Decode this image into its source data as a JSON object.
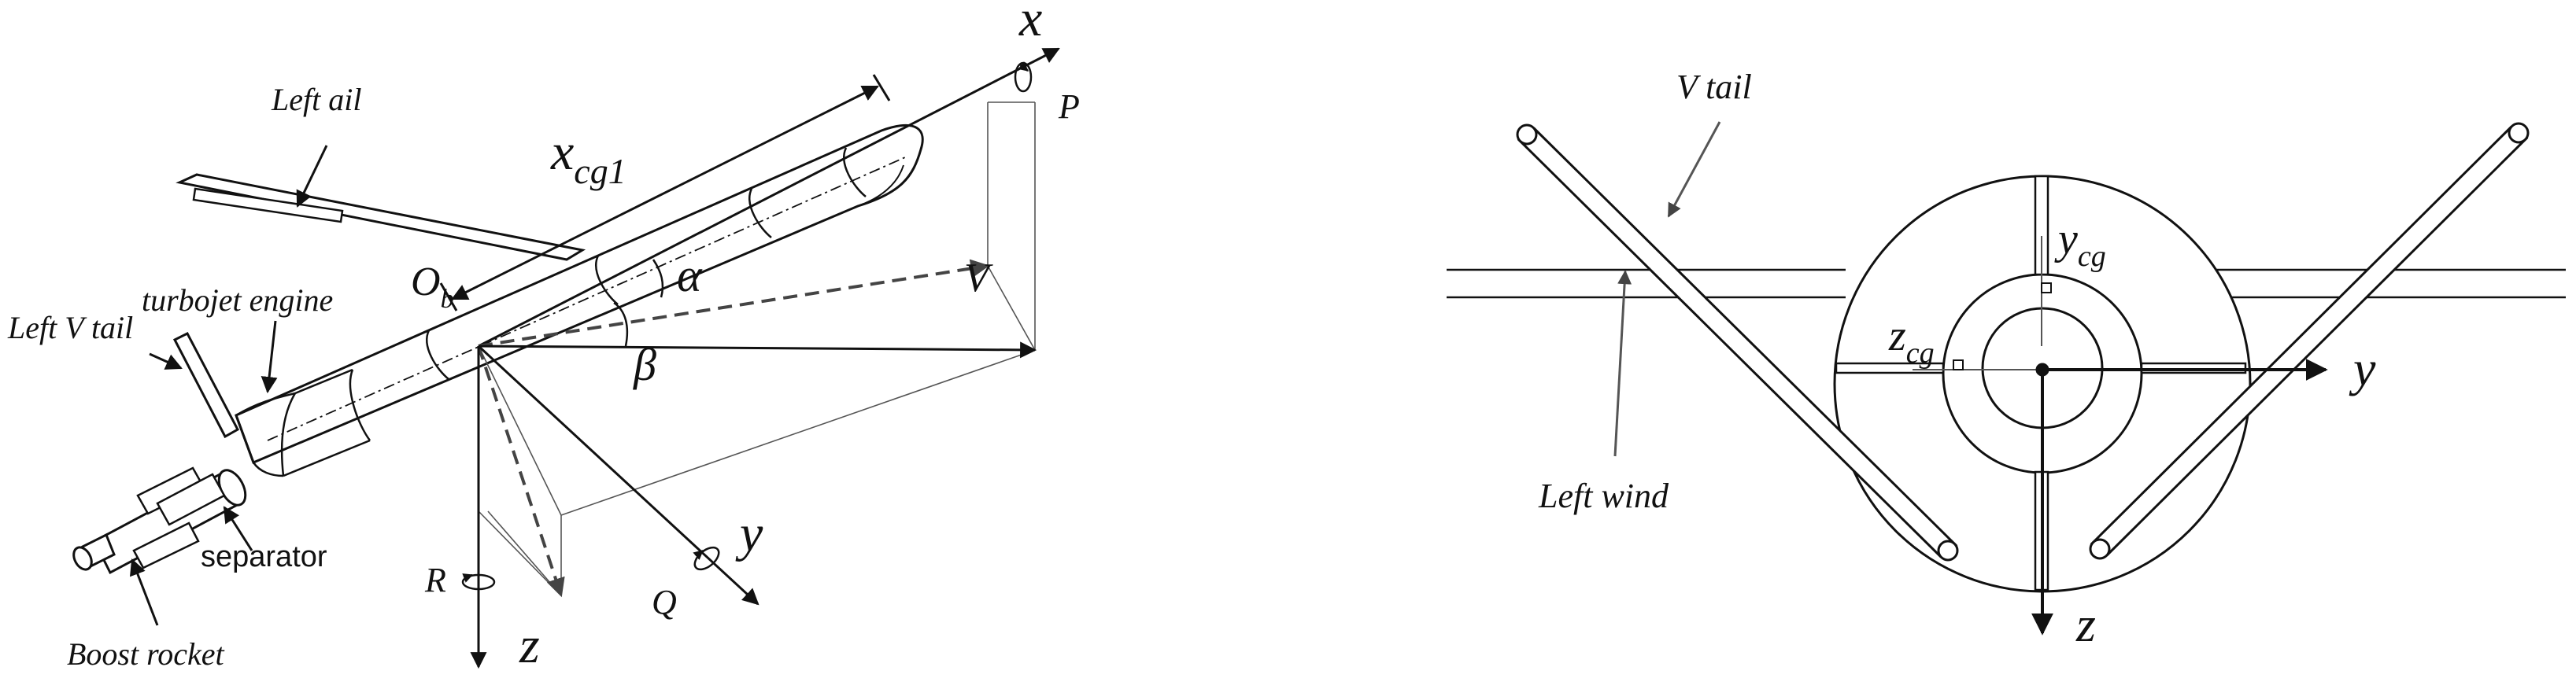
{
  "left_panel": {
    "labels": {
      "left_ail": "Left ail",
      "x_cg_main": "x",
      "x_cg_sub": "cg1",
      "x_axis": "x",
      "p_rate": "P",
      "turbojet_engine": "turbojet engine",
      "o_main": "O",
      "o_sub": "b",
      "alpha": "α",
      "beta": "β",
      "v": "V",
      "left_v_tail": "Left V tail",
      "separator": "separator",
      "boost_rocket": "Boost rocket",
      "r_rate": "R",
      "z_axis": "z",
      "q_rate": "Q",
      "y_axis": "y"
    }
  },
  "right_panel": {
    "labels": {
      "v_tail": "V tail",
      "y_cg_main": "y",
      "y_cg_sub": "cg",
      "z_cg_main": "z",
      "z_cg_sub": "cg",
      "y_axis": "y",
      "z_axis": "z",
      "left_wind": "Left wind"
    }
  },
  "colors": {
    "ink": "#111111",
    "gray_axis": "#555555",
    "dashed": "#444444"
  }
}
